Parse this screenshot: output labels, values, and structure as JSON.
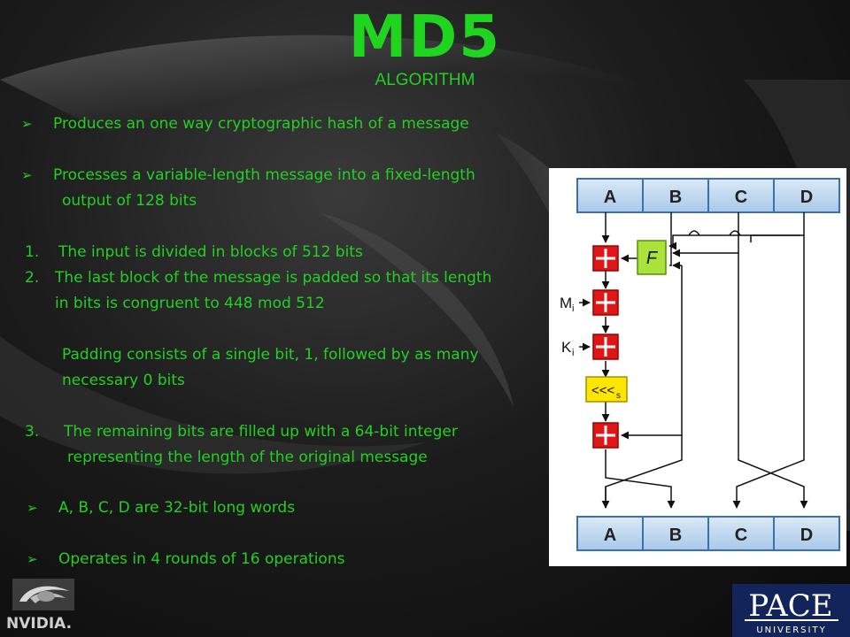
{
  "slide": {
    "title": "MD5",
    "subtitle": "ALGORITHM",
    "bullets": {
      "b1": "Produces an one way cryptographic hash of a message",
      "b2_line1": "Processes a variable-length message into a fixed-length",
      "b2_line2": "output of 128 bits",
      "n1_num": "1.",
      "n1_text": "The input is divided in blocks of 512 bits",
      "n2_num": "2.",
      "n2_line1": "The last block of the message is padded so that its length",
      "n2_line2": "in bits is congruent to 448 mod 512",
      "pad_line1": "Padding consists of a single bit, 1, followed  by as many",
      "pad_line2": "necessary 0 bits",
      "n3_num": "3.",
      "n3_line1": "The remaining bits are filled up with a 64-bit integer",
      "n3_line2": "representing the length of the original message",
      "b3": "A, B, C, D are 32-bit long words",
      "b4": "Operates in 4 rounds of 16 operations"
    },
    "bullet_glyph": "➢",
    "diagram": {
      "top_registers": [
        "A",
        "B",
        "C",
        "D"
      ],
      "bottom_registers": [
        "A",
        "B",
        "C",
        "D"
      ],
      "function_label": "F",
      "m_label": "M",
      "m_sub": "i",
      "k_label": "K",
      "k_sub": "i",
      "shift_label": "<<<",
      "shift_sub": "s"
    },
    "logos": {
      "nvidia_text": "NVIDIA.",
      "pace_text": "PACE",
      "university_text": "UNIVERSITY"
    },
    "colors": {
      "text_green": "#22d022",
      "title_green": "#1fd51f",
      "register_fill": "#bcd7f0",
      "adder_red": "#e01616",
      "f_box_green": "#a9e23a",
      "shift_yellow": "#ffe600",
      "pace_blue": "#13245a"
    }
  }
}
